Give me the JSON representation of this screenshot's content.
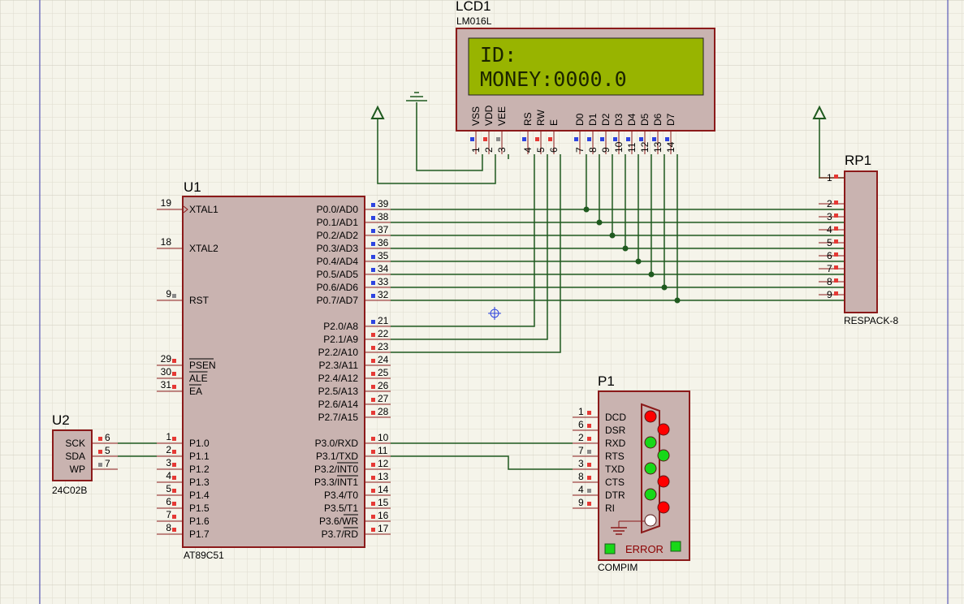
{
  "lcd": {
    "ref": "LCD1",
    "part": "LM016L",
    "line1": "ID:",
    "line2": "MONEY:0000.0",
    "pins": [
      {
        "name": "VSS",
        "num": "1"
      },
      {
        "name": "VDD",
        "num": "2"
      },
      {
        "name": "VEE",
        "num": "3"
      },
      {
        "name": "RS",
        "num": "4"
      },
      {
        "name": "RW",
        "num": "5"
      },
      {
        "name": "E",
        "num": "6"
      },
      {
        "name": "D0",
        "num": "7"
      },
      {
        "name": "D1",
        "num": "8"
      },
      {
        "name": "D2",
        "num": "9"
      },
      {
        "name": "D3",
        "num": "10"
      },
      {
        "name": "D4",
        "num": "11"
      },
      {
        "name": "D5",
        "num": "12"
      },
      {
        "name": "D6",
        "num": "13"
      },
      {
        "name": "D7",
        "num": "14"
      }
    ]
  },
  "u1": {
    "ref": "U1",
    "part": "AT89C51",
    "left": [
      {
        "name": "XTAL1",
        "num": "19"
      },
      {
        "name": "XTAL2",
        "num": "18"
      },
      {
        "name": "RST",
        "num": "9"
      },
      {
        "name": "PSEN",
        "num": "29"
      },
      {
        "name": "ALE",
        "num": "30"
      },
      {
        "name": "EA",
        "num": "31"
      },
      {
        "name": "P1.0",
        "num": "1"
      },
      {
        "name": "P1.1",
        "num": "2"
      },
      {
        "name": "P1.2",
        "num": "3"
      },
      {
        "name": "P1.3",
        "num": "4"
      },
      {
        "name": "P1.4",
        "num": "5"
      },
      {
        "name": "P1.5",
        "num": "6"
      },
      {
        "name": "P1.6",
        "num": "7"
      },
      {
        "name": "P1.7",
        "num": "8"
      }
    ],
    "right": [
      {
        "name": "P0.0/AD0",
        "num": "39"
      },
      {
        "name": "P0.1/AD1",
        "num": "38"
      },
      {
        "name": "P0.2/AD2",
        "num": "37"
      },
      {
        "name": "P0.3/AD3",
        "num": "36"
      },
      {
        "name": "P0.4/AD4",
        "num": "35"
      },
      {
        "name": "P0.5/AD5",
        "num": "34"
      },
      {
        "name": "P0.6/AD6",
        "num": "33"
      },
      {
        "name": "P0.7/AD7",
        "num": "32"
      },
      {
        "name": "P2.0/A8",
        "num": "21"
      },
      {
        "name": "P2.1/A9",
        "num": "22"
      },
      {
        "name": "P2.2/A10",
        "num": "23"
      },
      {
        "name": "P2.3/A11",
        "num": "24"
      },
      {
        "name": "P2.4/A12",
        "num": "25"
      },
      {
        "name": "P2.5/A13",
        "num": "26"
      },
      {
        "name": "P2.6/A14",
        "num": "27"
      },
      {
        "name": "P2.7/A15",
        "num": "28"
      },
      {
        "name": "P3.0/RXD",
        "num": "10"
      },
      {
        "name": "P3.1/TXD",
        "num": "11"
      },
      {
        "name": "P3.2/INT0",
        "num": "12"
      },
      {
        "name": "P3.3/INT1",
        "num": "13"
      },
      {
        "name": "P3.4/T0",
        "num": "14"
      },
      {
        "name": "P3.5/T1",
        "num": "15"
      },
      {
        "name": "P3.6/WR",
        "num": "16"
      },
      {
        "name": "P3.7/RD",
        "num": "17"
      }
    ]
  },
  "rp1": {
    "ref": "RP1",
    "part": "RESPACK-8",
    "pins": [
      "1",
      "2",
      "3",
      "4",
      "5",
      "6",
      "7",
      "8",
      "9"
    ]
  },
  "u2": {
    "ref": "U2",
    "part": "24C02B",
    "pins": [
      {
        "name": "SCK",
        "num": "6"
      },
      {
        "name": "SDA",
        "num": "5"
      },
      {
        "name": "WP",
        "num": "7"
      }
    ]
  },
  "p1": {
    "ref": "P1",
    "part": "COMPIM",
    "error_label": "ERROR",
    "pins": [
      {
        "name": "DCD",
        "num": "1"
      },
      {
        "name": "DSR",
        "num": "6"
      },
      {
        "name": "RXD",
        "num": "2"
      },
      {
        "name": "RTS",
        "num": "7"
      },
      {
        "name": "TXD",
        "num": "3"
      },
      {
        "name": "CTS",
        "num": "8"
      },
      {
        "name": "DTR",
        "num": "4"
      },
      {
        "name": "RI",
        "num": "9"
      }
    ]
  },
  "colors": {
    "background": "#f5f4ea",
    "grid": "#d9d8cb",
    "component_fill": "#c9b3b0",
    "component_border": "#8b1a1a",
    "wire": "#1f5a1f",
    "lcd_screen": "#98b400",
    "pin_red": "#e53935",
    "pin_blue": "#2d44e0",
    "pin_gray": "#8a8a8a",
    "led_red": "#ff0000",
    "led_green": "#18d818"
  }
}
